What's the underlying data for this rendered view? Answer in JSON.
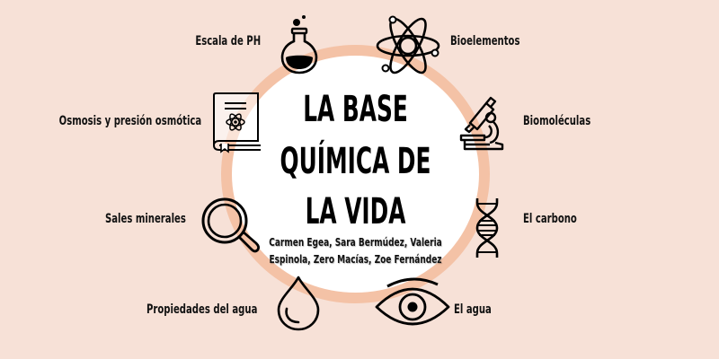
{
  "title": {
    "line1": "LA BASE",
    "line2": "QUÍMICA DE",
    "line3": "LA VIDA"
  },
  "authors": {
    "line1": "Carmen Egea, Sara Bermúdez, Valeria",
    "line2": "Espinola, Zero Macías, Zoe Fernández"
  },
  "topics": [
    {
      "label": "Escala de PH",
      "icon": "flask-icon"
    },
    {
      "label": "Bioelementos",
      "icon": "atom-icon"
    },
    {
      "label": "Osmosis y presión osmótica",
      "icon": "science-book-icon"
    },
    {
      "label": "Biomoléculas",
      "icon": "microscope-icon"
    },
    {
      "label": "Sales minerales",
      "icon": "magnifier-icon"
    },
    {
      "label": "El carbono",
      "icon": "dna-icon"
    },
    {
      "label": "Propiedades del agua",
      "icon": "water-drop-icon"
    },
    {
      "label": "El agua",
      "icon": "eye-icon"
    }
  ],
  "colors": {
    "background": "#f7e1d7",
    "ring": "#f4c2a6",
    "center": "#ffffff",
    "ink": "#000000"
  }
}
